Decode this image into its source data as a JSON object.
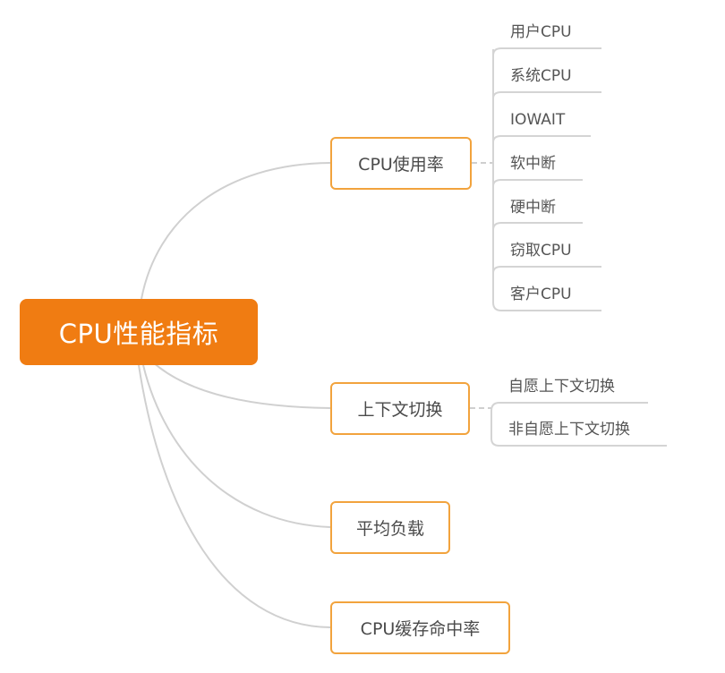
{
  "root": {
    "label": "CPU性能指标"
  },
  "branches": [
    {
      "label": "CPU使用率",
      "children": [
        "用户CPU",
        "系统CPU",
        "IOWAIT",
        "软中断",
        "硬中断",
        "窃取CPU",
        "客户CPU"
      ]
    },
    {
      "label": "上下文切换",
      "children": [
        "自愿上下文切换",
        "非自愿上下文切换"
      ]
    },
    {
      "label": "平均负载",
      "children": []
    },
    {
      "label": "CPU缓存命中率",
      "children": []
    }
  ],
  "colors": {
    "root_fill": "#f07c12",
    "branch_border": "#f2a33d",
    "connector": "#d0d0d0",
    "text": "#4a4a4a"
  }
}
